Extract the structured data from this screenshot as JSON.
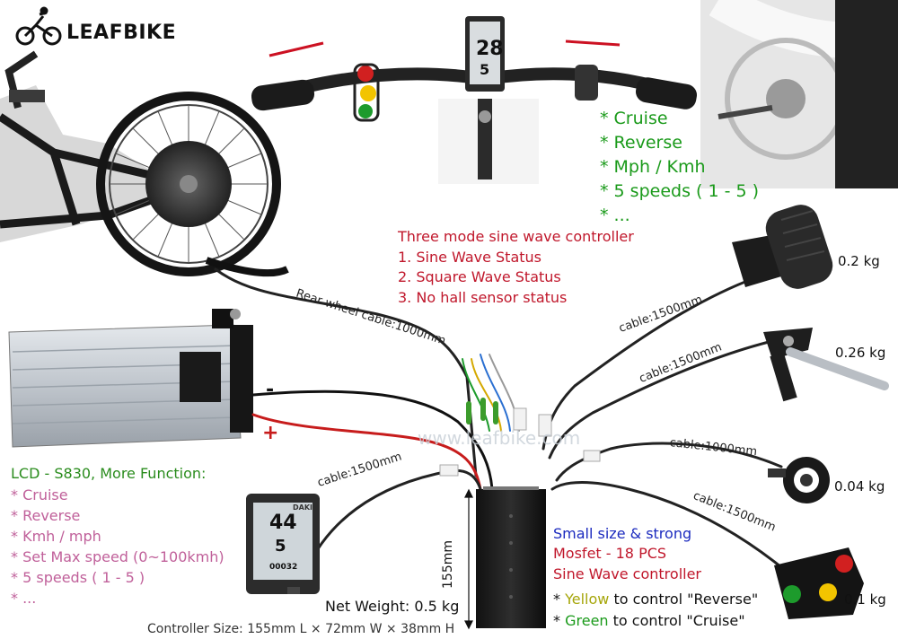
{
  "brand": {
    "name": "LEAFBIKE"
  },
  "top_features": [
    "* Cruise",
    "* Reverse",
    "* Mph / Kmh",
    "* 5 speeds ( 1 - 5 )",
    "* ..."
  ],
  "controller_modes": {
    "title": "Three mode sine wave controller",
    "items": [
      "1. Sine Wave Status",
      "2. Square Wave Status",
      "3. No hall sensor status"
    ]
  },
  "lcd_features": {
    "title": "LCD - S830, More Function:",
    "items": [
      "* Cruise",
      "* Reverse",
      "* Kmh / mph",
      "* Set Max speed (0~100kmh)",
      "* 5 speeds ( 1 - 5 )",
      "* ..."
    ]
  },
  "controller_info": {
    "line1": "Small size & strong",
    "line2": "Mosfet - 18 PCS",
    "line3": "Sine Wave controller",
    "yellow_prefix": "* ",
    "yellow_word": "Yellow",
    "yellow_rest": " to control \"Reverse\"",
    "green_prefix": "* ",
    "green_word": "Green",
    "green_rest": " to control \"Cruise\""
  },
  "weights": {
    "throttle": "0.2 kg",
    "brake": "0.26 kg",
    "pas": "0.04 kg",
    "switch": "0.1 kg"
  },
  "net_weight": "Net Weight: 0.5 kg",
  "controller_size": "Controller Size: 155mm L × 72mm W × 38mm H",
  "dimension_label": "155mm",
  "cables": {
    "rear_wheel": "Rear wheel cable:1000mm",
    "throttle": "cable:1500mm",
    "brake": "cable:1500mm",
    "pas": "cable:1000mm",
    "switch": "cable:1500mm",
    "lcd": "cable:1500mm"
  },
  "battery_signs": {
    "minus": "-",
    "plus": "+"
  },
  "watermark": "www.leafbike.com",
  "lcd_top": {
    "speed": "28",
    "digit": "5"
  },
  "lcd_bottom": {
    "speed": "44",
    "digit": "5",
    "odo": "00032",
    "brand": "DAKI"
  },
  "colors": {
    "feature_green": "#1a9a1a",
    "mode_red": "#c0172b",
    "lcd_title_green": "#2a8c1d",
    "lcd_item_pink": "#c0609a",
    "info_blue": "#1c2bbf",
    "info_red": "#c0172b",
    "yellow_text": "#a6a60a",
    "green_text": "#1a9a1a"
  },
  "icons": [
    "cyclist-logo-icon"
  ]
}
